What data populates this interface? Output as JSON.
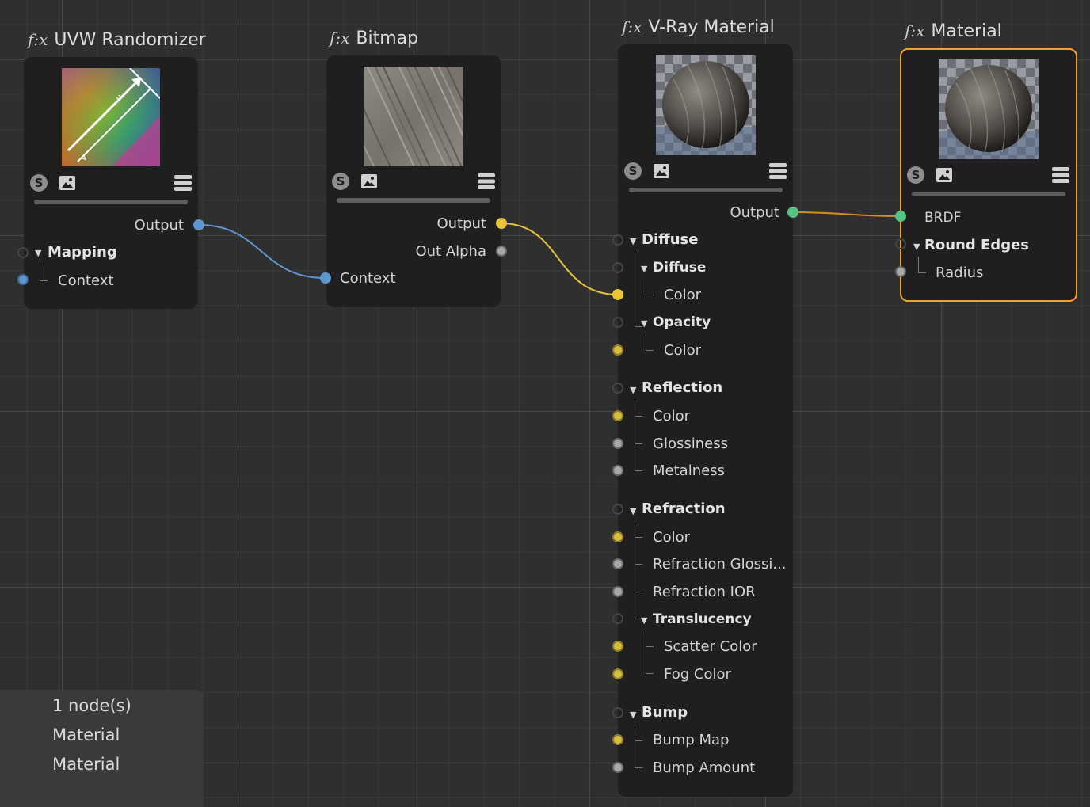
{
  "nodes": {
    "uvw": {
      "title": "UVW Randomizer",
      "fx": "f:x",
      "output": "Output",
      "mapping": "Mapping",
      "context": "Context"
    },
    "bitmap": {
      "title": "Bitmap",
      "fx": "f:x",
      "output": "Output",
      "out_alpha": "Out Alpha",
      "context": "Context"
    },
    "vray": {
      "title": "V-Ray Material",
      "fx": "f:x",
      "output": "Output",
      "diffuse_group": "Diffuse",
      "diffuse_sub": "Diffuse",
      "diffuse_color": "Color",
      "opacity": "Opacity",
      "opacity_color": "Color",
      "reflection": "Reflection",
      "refl_color": "Color",
      "refl_glossiness": "Glossiness",
      "refl_metalness": "Metalness",
      "refraction": "Refraction",
      "refr_color": "Color",
      "refr_glossiness": "Refraction Glossi...",
      "refr_ior": "Refraction IOR",
      "translucency": "Translucency",
      "scatter_color": "Scatter Color",
      "fog_color": "Fog Color",
      "bump": "Bump",
      "bump_map": "Bump Map",
      "bump_amount": "Bump Amount"
    },
    "material": {
      "title": "Material",
      "fx": "f:x",
      "brdf": "BRDF",
      "round_edges": "Round Edges",
      "radius": "Radius"
    }
  },
  "icons": {
    "solo": "S",
    "image": "image-icon",
    "menu": "menu-icon"
  },
  "status": {
    "count": "1 node(s)",
    "line1": "Material",
    "line2": "Material"
  },
  "colors": {
    "selected_border": "#f0a030",
    "wire_blue": "#5e97cf",
    "wire_yellow": "#e9c437",
    "wire_orange": "#d98a22",
    "port_green": "#55c383"
  }
}
